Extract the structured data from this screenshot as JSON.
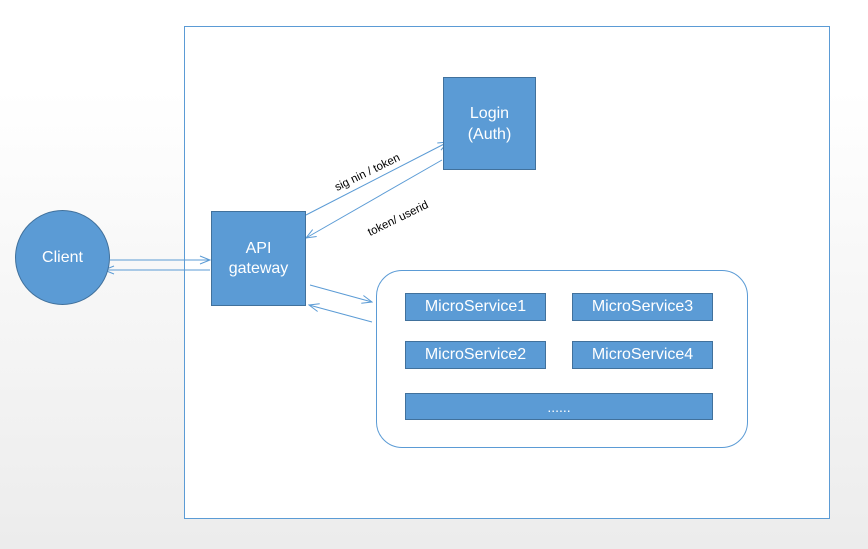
{
  "diagram": {
    "client": {
      "label": "Client"
    },
    "gateway": {
      "label": "API\ngateway"
    },
    "login": {
      "label": "Login\n(Auth)"
    },
    "edges": {
      "signin_label": "sig nin / token",
      "token_label": "token/ userid"
    },
    "microservices": [
      {
        "label": "MicroService1"
      },
      {
        "label": "MicroService3"
      },
      {
        "label": "MicroService2"
      },
      {
        "label": "MicroService4"
      }
    ],
    "more_label": "......",
    "colors": {
      "node_fill": "#5b9bd5",
      "node_border": "#41719c",
      "line": "#5b9bd5"
    }
  }
}
